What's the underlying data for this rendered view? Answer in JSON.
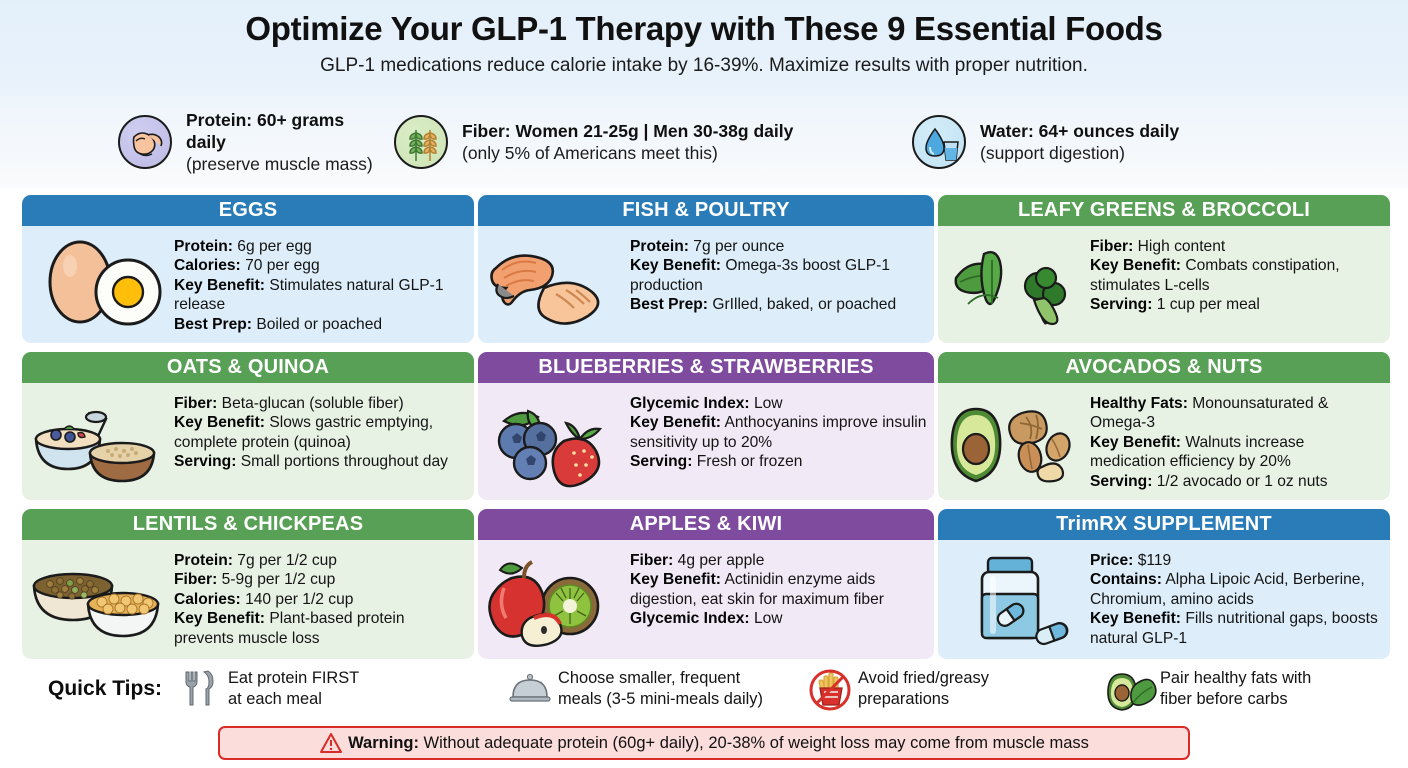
{
  "header": {
    "title": "Optimize Your GLP-1 Therapy with These 9 Essential Foods",
    "subtitle": "GLP-1 medications reduce calorie intake by 16-39%. Maximize results with proper nutrition."
  },
  "stats": [
    {
      "icon": "muscle-arm-icon",
      "line1": "Protein: 60+ grams daily",
      "line2": "(preserve muscle mass)",
      "bg": "#c3c1ea"
    },
    {
      "icon": "wheat-stalk-icon",
      "line1": "Fiber: Women 21-25g | Men 30-38g daily",
      "line2": "(only 5% of Americans meet this)",
      "bg": "#d3e6bd"
    },
    {
      "icon": "water-drop-glass-icon",
      "line1": "Water: 64+ ounces daily",
      "line2": "(support digestion)",
      "bg": "#c9e6f6"
    }
  ],
  "colors": {
    "blue_header": "#2a7cb8",
    "blue_body": "#ddeefa",
    "green_header": "#57a055",
    "green_body": "#e8f2e4",
    "purple_header": "#7e4b9e",
    "purple_body": "#f1e9f5",
    "warning_border": "#d92b27",
    "warning_bg": "#fbdddc"
  },
  "cards": [
    {
      "title": "EGGS",
      "theme": "blue",
      "icon": "eggs-icon",
      "lines": [
        {
          "label": "Protein:",
          "value": "6g per egg"
        },
        {
          "label": "Calories:",
          "value": "70 per egg"
        },
        {
          "label": "Key Benefit:",
          "value": "Stimulates natural GLP-1 release"
        },
        {
          "label": "Best Prep:",
          "value": "Boiled or poached"
        }
      ]
    },
    {
      "title": "FISH & POULTRY",
      "theme": "blue",
      "icon": "salmon-chicken-icon",
      "lines": [
        {
          "label": "Protein:",
          "value": "7g per ounce"
        },
        {
          "label": "Key Benefit:",
          "value": "Omega-3s boost GLP-1 production"
        },
        {
          "label": "Best Prep:",
          "value": "GrIlled, baked, or poached"
        }
      ]
    },
    {
      "title": "LEAFY GREENS & BROCCOLI",
      "theme": "green",
      "icon": "spinach-broccoli-icon",
      "lines": [
        {
          "label": "Fiber:",
          "value": "High content"
        },
        {
          "label": "Key Benefit:",
          "value": "Combats constipation, stimulates L-cells"
        },
        {
          "label": "Serving:",
          "value": "1 cup per meal"
        }
      ]
    },
    {
      "title": "OATS & QUINOA",
      "theme": "green",
      "icon": "oatmeal-bowl-icon",
      "lines": [
        {
          "label": "Fiber:",
          "value": "Beta-glucan (soluble fiber)"
        },
        {
          "label": "Key Benefit:",
          "value": "Slows gastric emptying, complete protein (quinoa)"
        },
        {
          "label": "Serving:",
          "value": "Small portions throughout day"
        }
      ]
    },
    {
      "title": "BLUEBERRIES & STRAWBERRIES",
      "theme": "purple",
      "icon": "berries-icon",
      "lines": [
        {
          "label": "Glycemic Index:",
          "value": "Low"
        },
        {
          "label": "Key Benefit:",
          "value": "Anthocyanins improve insulin sensitivity up to 20%"
        },
        {
          "label": "Serving:",
          "value": "Fresh or frozen"
        }
      ]
    },
    {
      "title": "AVOCADOS & NUTS",
      "theme": "green",
      "icon": "avocado-nuts-icon",
      "lines": [
        {
          "label": "Healthy Fats:",
          "value": "Monounsaturated & Omega-3"
        },
        {
          "label": "Key Benefit:",
          "value": "Walnuts increase medication efficiency by 20%"
        },
        {
          "label": "Serving:",
          "value": "1/2 avocado or 1 oz nuts"
        }
      ]
    },
    {
      "title": "LENTILS & CHICKPEAS",
      "theme": "green",
      "icon": "lentils-chickpeas-icon",
      "lines": [
        {
          "label": "Protein:",
          "value": "7g per 1/2 cup"
        },
        {
          "label": "Fiber:",
          "value": "5-9g per 1/2 cup"
        },
        {
          "label": "Calories:",
          "value": "140 per 1/2 cup"
        },
        {
          "label": "Key Benefit:",
          "value": "Plant-based protein prevents muscle loss"
        }
      ]
    },
    {
      "title": "APPLES & KIWI",
      "theme": "purple",
      "icon": "apple-kiwi-icon",
      "lines": [
        {
          "label": "Fiber:",
          "value": "4g per apple"
        },
        {
          "label": "Key Benefit:",
          "value": "Actinidin enzyme aids digestion, eat skin for maximum fiber"
        },
        {
          "label": "Glycemic Index:",
          "value": "Low"
        }
      ]
    },
    {
      "title": "TrimRX SUPPLEMENT",
      "theme": "blue",
      "icon": "supplement-bottle-icon",
      "lines": [
        {
          "label": "Price:",
          "value": "$119"
        },
        {
          "label": "Contains:",
          "value": "Alpha Lipoic Acid, Berberine, Chromium, amino acids"
        },
        {
          "label": "Key Benefit:",
          "value": "Fills nutritional gaps, boosts natural GLP-1"
        }
      ]
    }
  ],
  "tips": {
    "label": "Quick Tips:",
    "items": [
      {
        "icon": "fork-knife-icon",
        "line1": "Eat protein FIRST",
        "line2": "at each meal"
      },
      {
        "icon": "cloche-dome-icon",
        "line1": "Choose smaller, frequent",
        "line2": "meals (3-5 mini-meals daily)"
      },
      {
        "icon": "no-fries-icon",
        "line1": "Avoid fried/greasy",
        "line2": "preparations"
      },
      {
        "icon": "avocado-leaf-icon",
        "line1": "Pair healthy fats with",
        "line2": "fiber before carbs"
      }
    ]
  },
  "warning": {
    "icon": "warning-triangle-icon",
    "label": "Warning:",
    "text": " Without adequate protein (60g+ daily), 20-38% of weight loss may come from muscle mass"
  }
}
